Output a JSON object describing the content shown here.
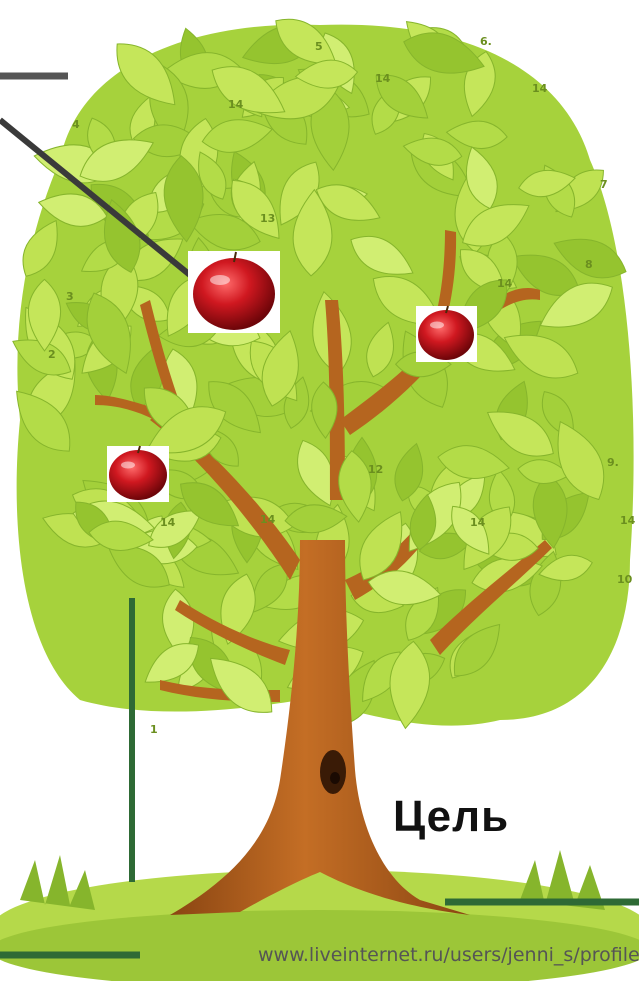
{
  "caption": {
    "goal_label": "Цель",
    "watermark_url": "www.liveinternet.ru/users/jenni_s/profile"
  },
  "leaf_numbers": [
    {
      "text": "5"
    },
    {
      "text": "6."
    },
    {
      "text": "14"
    },
    {
      "text": "4"
    },
    {
      "text": "14"
    },
    {
      "text": "14"
    },
    {
      "text": "7"
    },
    {
      "text": "13"
    },
    {
      "text": "8"
    },
    {
      "text": "3"
    },
    {
      "text": "14"
    },
    {
      "text": "2"
    },
    {
      "text": "12"
    },
    {
      "text": "9."
    },
    {
      "text": "14"
    },
    {
      "text": "14"
    },
    {
      "text": "14"
    },
    {
      "text": "14"
    },
    {
      "text": "10"
    },
    {
      "text": "1"
    }
  ],
  "colors": {
    "leaf_light": "#b8dc4a",
    "leaf_mid": "#9ccb34",
    "leaf_dark": "#7db22a",
    "trunk": "#b7621d",
    "trunk_dark": "#8a4512",
    "grass": "#a9d13a",
    "green_line": "#2e6a35",
    "dark_line": "#3a3a3a",
    "apple": "#c0141c"
  },
  "icons": [
    "apple-icon",
    "tree-icon",
    "grass-icon"
  ]
}
